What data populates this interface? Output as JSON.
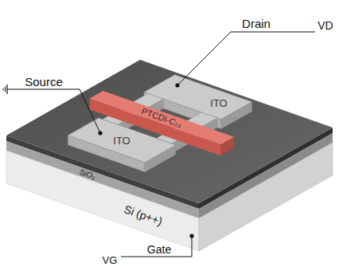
{
  "diagram": {
    "labels": [
      "Source",
      "Drain",
      "VD",
      "PTCDI-C₁₃",
      "ITO",
      "ITO",
      "SiO₂",
      "Si (p++)",
      "Gate",
      "VG"
    ]
  }
}
